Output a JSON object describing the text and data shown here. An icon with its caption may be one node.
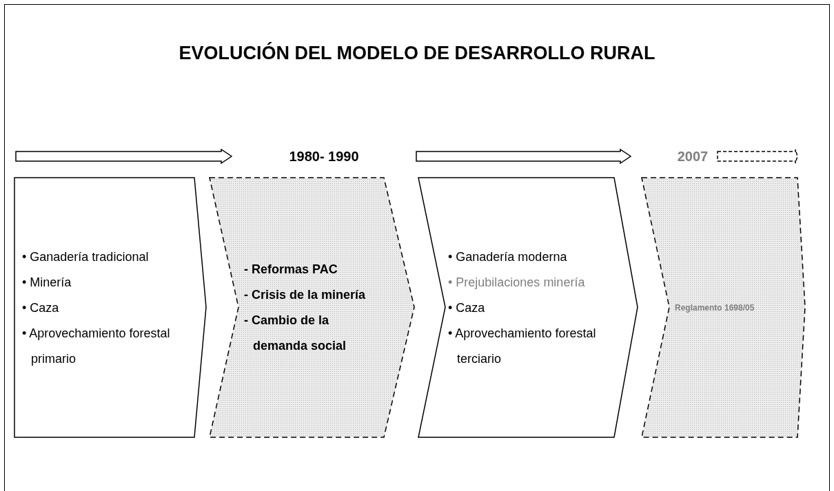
{
  "diagram": {
    "title": "EVOLUCIÓN DEL MODELO DE DESARROLLO RURAL",
    "nodes": [
      {
        "text": [
          "• Ganadería tradicional",
          "• Minería",
          "• Caza",
          "• Aprovechamiento forestal primario"
        ]
      },
      {
        "text": [
          "- Reformas PAC",
          "- Crisis de la minería",
          "- Cambio de la demanda social"
        ]
      },
      {
        "text": [
          "• Ganadería moderna",
          "• Prejubilaciones minería",
          "• Caza",
          "• Aprovechamiento forestal terciario"
        ]
      },
      {
        "text": [
          "Reglamento 1698/05"
        ]
      }
    ],
    "labels": [
      "1980- 1990",
      "2007"
    ]
  }
}
